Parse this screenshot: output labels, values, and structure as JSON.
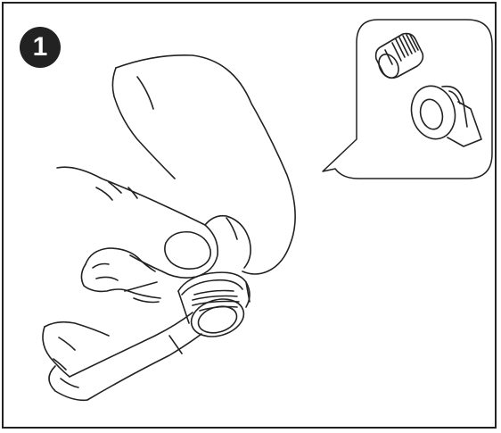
{
  "step": {
    "number": "1"
  },
  "colors": {
    "line": "#222222",
    "badge_fill": "#222222",
    "badge_text": "#ffffff",
    "background": "#ffffff"
  },
  "icons": {
    "step_badge": "filled-circle-with-number",
    "main": "hand-wrapping-tape-on-threaded-fitting",
    "inset": "threaded-fitting-and-tape-roll"
  }
}
